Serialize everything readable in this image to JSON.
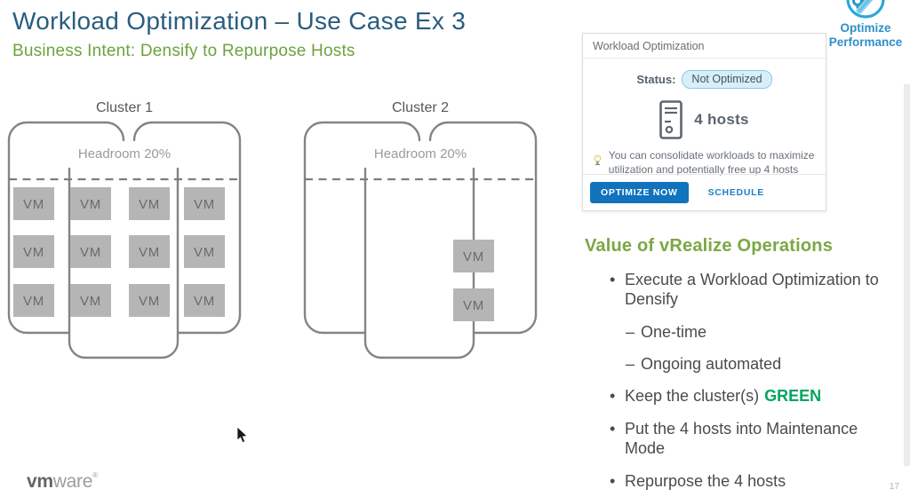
{
  "slide": {
    "title": "Workload Optimization – Use Case Ex 3",
    "subtitle": "Business Intent: Densify to Repurpose Hosts",
    "page_number": "17"
  },
  "badge": {
    "icon": "wrench-gear-icon",
    "label_line1": "Optimize",
    "label_line2": "Performance"
  },
  "diagram": {
    "vm_label": "VM",
    "clusters": [
      {
        "label": "Cluster 1",
        "headroom": "Headroom 20%",
        "vm_count": 12
      },
      {
        "label": "Cluster 2",
        "headroom": "Headroom 20%",
        "vm_count": 2
      }
    ]
  },
  "card": {
    "header": "Workload Optimization",
    "status_label": "Status:",
    "status_value": "Not Optimized",
    "hosts_count": "4 hosts",
    "tip_text": "You can consolidate workloads to maximize utilization and potentially free up 4 hosts",
    "optimize_button": "OPTIMIZE NOW",
    "schedule_button": "SCHEDULE"
  },
  "value_section": {
    "heading": "Value of vRealize Operations",
    "bullets": [
      {
        "marker": "•",
        "text": "Execute a Workload Optimization to Densify"
      },
      {
        "marker": "–",
        "text": "One-time"
      },
      {
        "marker": "–",
        "text": "Ongoing automated"
      },
      {
        "marker": "•",
        "text": "Keep the cluster(s)",
        "highlight": "GREEN"
      },
      {
        "marker": "•",
        "text": "Put the 4 hosts into Maintenance Mode"
      },
      {
        "marker": "•",
        "text": "Repurpose the 4 hosts"
      }
    ]
  },
  "logo": {
    "bold": "vm",
    "light": "ware",
    "reg": "®"
  },
  "colors": {
    "title_blue": "#2a5d7e",
    "subtitle_green": "#6da33e",
    "heading_green": "#7aa843",
    "highlight_green": "#00a560",
    "accent_blue": "#1073bc",
    "badge_blue": "#2ba7d9",
    "pill_bg": "#d8effa",
    "pill_border": "#8ac9e6",
    "outline_gray": "#848484",
    "vm_fill": "#b5b5b5"
  }
}
